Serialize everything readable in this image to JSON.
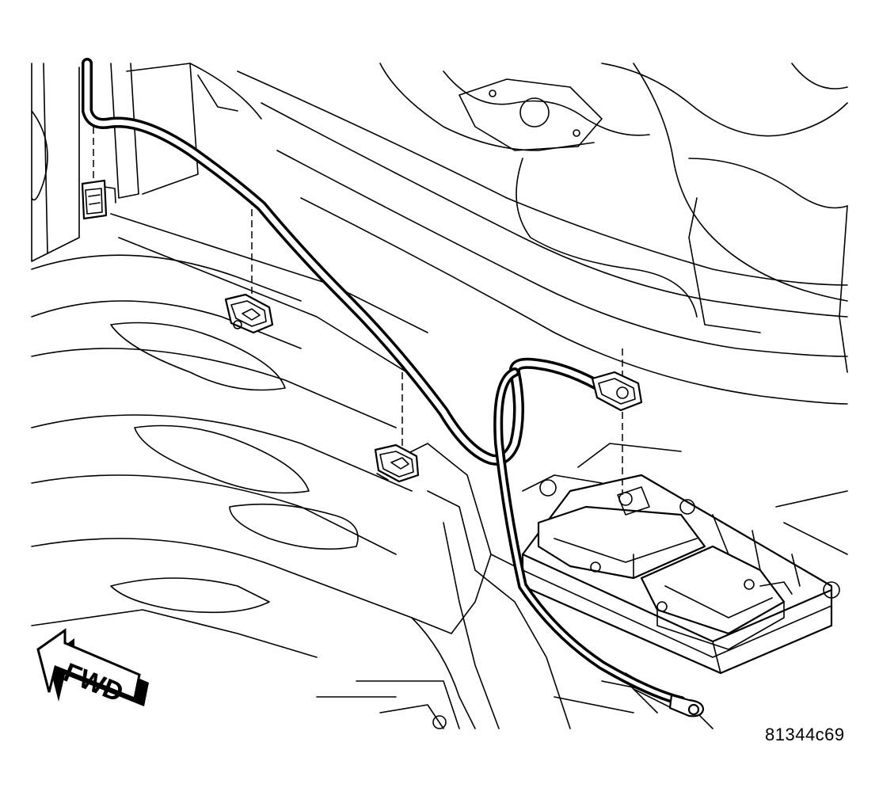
{
  "figure": {
    "id_label": "81344c69"
  },
  "direction_arrow": {
    "label": "FWD"
  },
  "components": {
    "ground_cable": "ground-cable",
    "clips": [
      "cable-clip-upper-left",
      "cable-clip-mid",
      "cable-clip-center",
      "cable-clip-right"
    ],
    "module": "electronic-module-tray",
    "terminal": "ring-terminal"
  },
  "colors": {
    "ink": "#000000",
    "paper": "#ffffff"
  }
}
